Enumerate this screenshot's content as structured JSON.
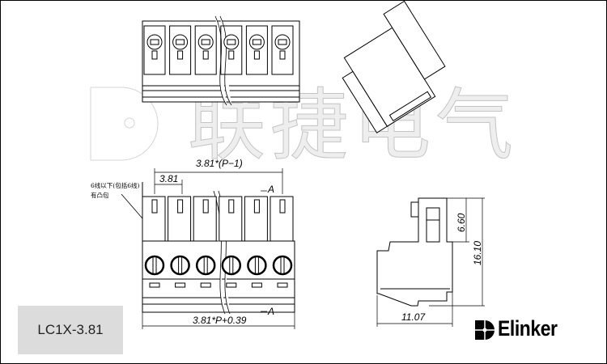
{
  "watermark": {
    "text": "联捷电气"
  },
  "dimensions": {
    "pitch": "3.81",
    "span": "3.81*(P−1)",
    "overall_width": "3.81*P+0.39",
    "height_upper": "6.60",
    "height_total": "16.10",
    "depth": "11.07",
    "section_mark": "A"
  },
  "note": "6线以下(包括6线)有凸包",
  "model": "LC1X-3.81",
  "brand": {
    "name": "Elinker"
  },
  "poles": 6
}
